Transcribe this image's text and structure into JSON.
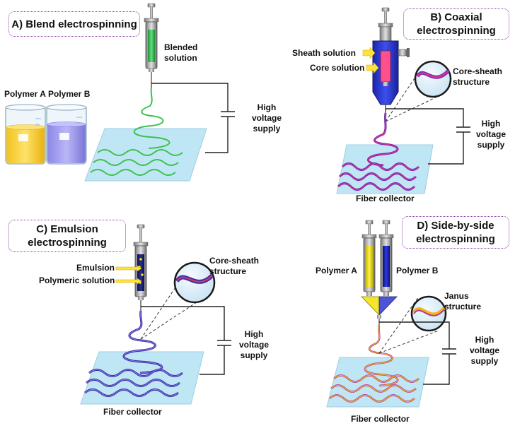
{
  "panels": {
    "a": {
      "title": "A) Blend electrospinning",
      "polymer_a": "Polymer A",
      "polymer_b": "Polymer B",
      "syringe_label_1": "Blended",
      "syringe_label_2": "solution",
      "supply_1": "High",
      "supply_2": "voltage",
      "supply_3": "supply"
    },
    "b": {
      "title_1": "B) Coaxial",
      "title_2": "electrospinning",
      "sheath": "Sheath solution",
      "core": "Core solution",
      "zoom_1": "Core-sheath",
      "zoom_2": "structure",
      "supply_1": "High",
      "supply_2": "voltage",
      "supply_3": "supply",
      "collector": "Fiber collector"
    },
    "c": {
      "title_1": "C) Emulsion",
      "title_2": "electrospinning",
      "emulsion": "Emulsion",
      "polymeric": "Polymeric solution",
      "zoom_1": "Core-sheath",
      "zoom_2": "structure",
      "supply_1": "High",
      "supply_2": "voltage",
      "supply_3": "supply",
      "collector": "Fiber collector"
    },
    "d": {
      "title_1": "D) Side-by-side",
      "title_2": "electrospinning",
      "polymer_a": "Polymer A",
      "polymer_b": "Polymer B",
      "zoom_1": "Janus",
      "zoom_2": "structure",
      "supply_1": "High",
      "supply_2": "voltage",
      "supply_3": "supply",
      "collector": "Fiber collector"
    }
  },
  "colors": {
    "blend_fiber": "#3cc24a",
    "coaxial_fiber": "#7a2bb0",
    "emulsion_fiber": "#3c2fa0",
    "janus_fiber_a": "#f2b51e",
    "janus_fiber_b": "#b33a8c",
    "collector": "#bfe6f5",
    "title_border": "#8a3fa6"
  }
}
